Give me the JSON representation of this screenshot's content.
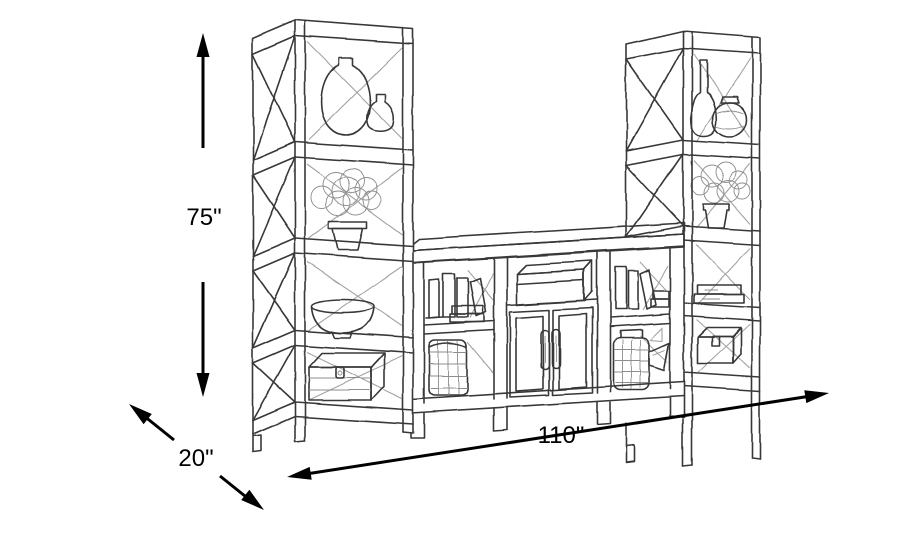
{
  "diagram": {
    "kind": "furniture dimension line drawing",
    "subject": "3-piece entertainment wall unit: two pier bookcases flanking a TV console",
    "background_color": "#ffffff",
    "line_color": "#383838",
    "annotation_color": "#000000"
  },
  "dimensions": {
    "height": {
      "label": "75\"",
      "orientation": "vertical",
      "position": "left"
    },
    "depth": {
      "label": "20\"",
      "orientation": "diagonal",
      "position": "bottom-left"
    },
    "width": {
      "label": "110\"",
      "orientation": "horizontal",
      "position": "bottom"
    }
  },
  "pieces": [
    {
      "name": "left pier bookcase",
      "decor": [
        "large vase",
        "small vase",
        "potted plant",
        "bowl",
        "storage chest"
      ]
    },
    {
      "name": "tv console",
      "decor": [
        "bookend with books",
        "woven basket",
        "media box",
        "two cabinet doors with handles",
        "books",
        "woven jar",
        "folded cloth"
      ]
    },
    {
      "name": "right pier bookcase",
      "decor": [
        "bottle vase",
        "round vase",
        "potted plant",
        "stacked books",
        "storage chest"
      ]
    }
  ]
}
